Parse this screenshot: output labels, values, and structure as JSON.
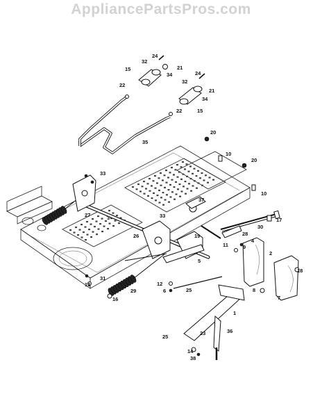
{
  "watermark": "AppliancePartsPros.com",
  "callouts": [
    "1",
    "2",
    "3",
    "4",
    "5",
    "6",
    "7",
    "8",
    "9",
    "10",
    "11",
    "12",
    "13",
    "14",
    "15",
    "16",
    "17",
    "18",
    "19",
    "20",
    "21",
    "22",
    "23",
    "24",
    "25",
    "26",
    "27",
    "28",
    "29",
    "30",
    "31",
    "32",
    "33",
    "34",
    "35",
    "36",
    "37",
    "38"
  ],
  "colors": {
    "line": "#222222",
    "watermark": "#d2d2d2",
    "background": "#ffffff"
  }
}
